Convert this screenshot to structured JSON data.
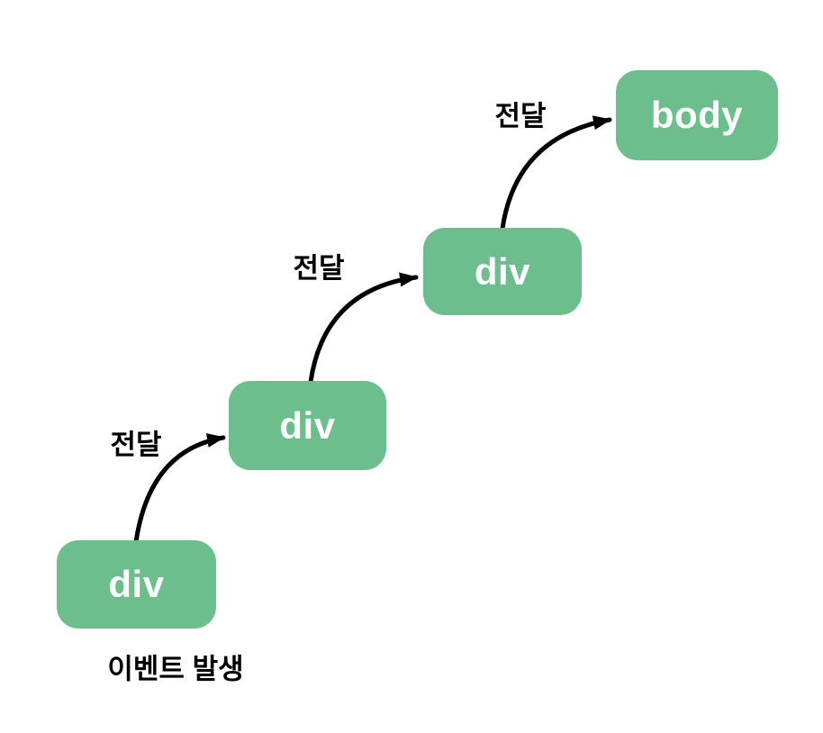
{
  "diagram": {
    "topic": "event-bubbling",
    "nodes": [
      {
        "label": "div"
      },
      {
        "label": "div"
      },
      {
        "label": "div"
      },
      {
        "label": "body"
      }
    ],
    "arrow_labels": [
      "전달",
      "전달",
      "전달"
    ],
    "caption": "이벤트 발생",
    "colors": {
      "node_fill": "#6CBE8C",
      "node_label": "#FFFFFF",
      "arrow": "#000000",
      "text": "#000000",
      "background": "#FFFFFF"
    }
  }
}
